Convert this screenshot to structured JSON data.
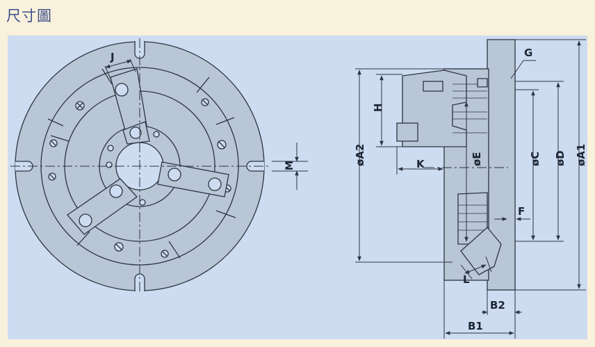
{
  "header": {
    "title": "尺寸圖"
  },
  "colors": {
    "page_bg": "#faf1dd",
    "panel_bg": "#cddcf0",
    "part_fill": "#b9c6d6",
    "line": "#2d3342"
  },
  "front_view": {
    "labels": {
      "j": "J",
      "m": "M"
    }
  },
  "side_view": {
    "labels": {
      "g": "G",
      "h": "H",
      "k": "K",
      "a2": "øA2",
      "e": "øE",
      "c": "øC",
      "d": "øD",
      "a1": "øA1",
      "f": "F",
      "l": "L",
      "b2": "B2",
      "b1": "B1"
    }
  }
}
